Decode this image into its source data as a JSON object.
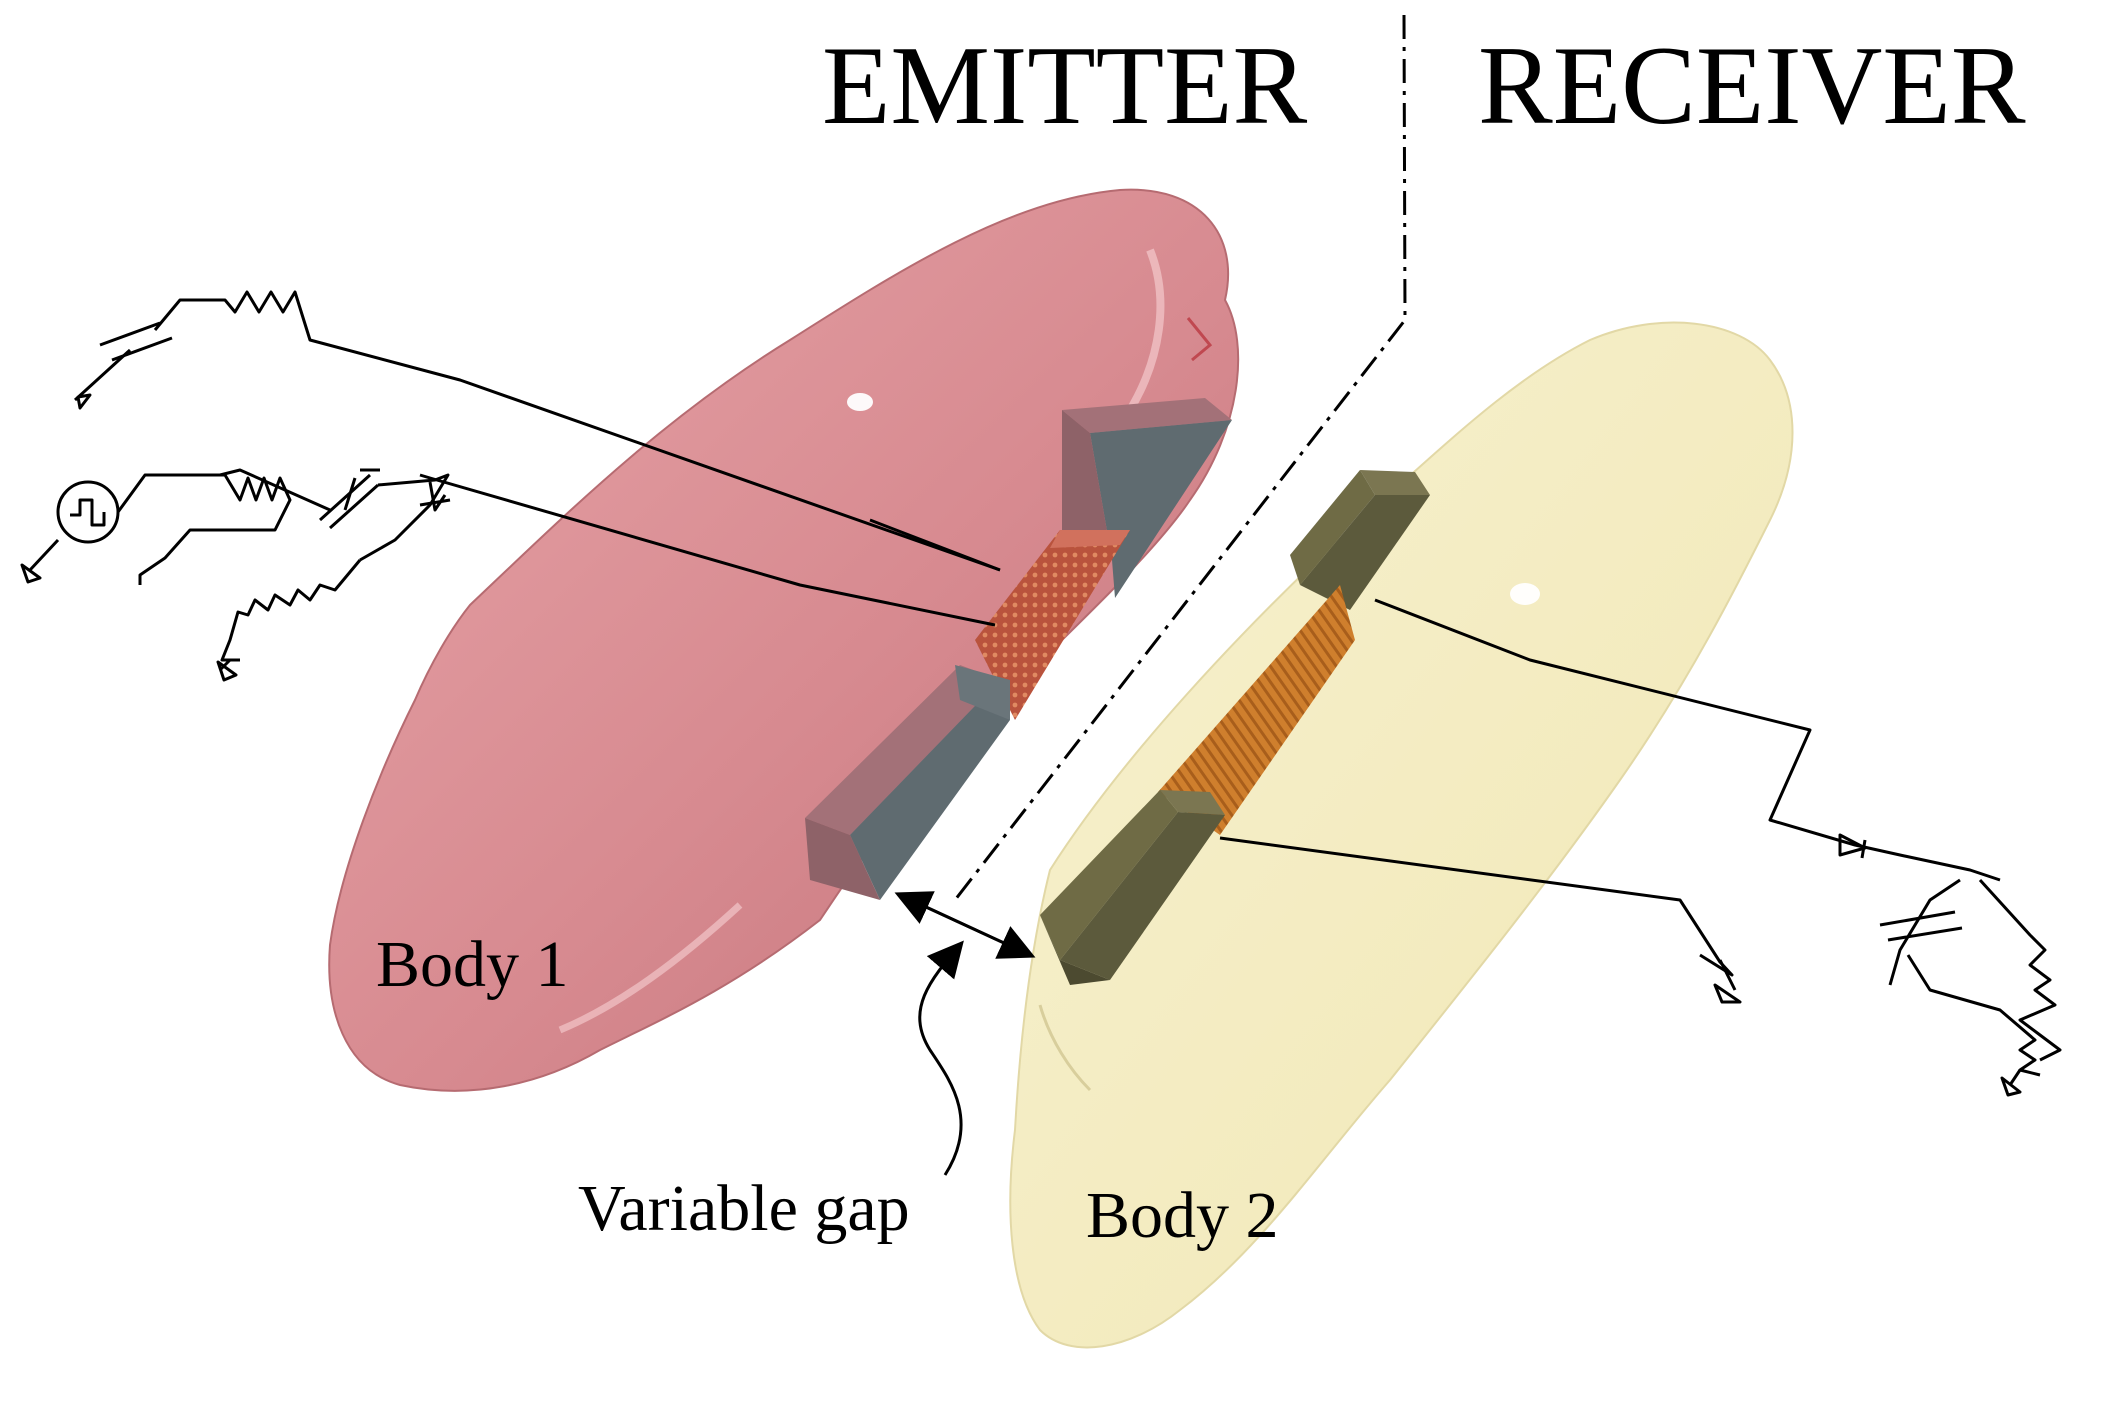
{
  "labels": {
    "emitter": "EMITTER",
    "receiver": "RECEIVER",
    "body1": "Body 1",
    "body2": "Body 2",
    "variable_gap": "Variable gap"
  },
  "colors": {
    "body1_fill": "#d9868c",
    "body2_fill": "#f6efc6",
    "core_gray": "#5f6b70",
    "core_olive": "#5c5a3c",
    "coil_copper": "#c8772a",
    "wire": "#000000"
  }
}
